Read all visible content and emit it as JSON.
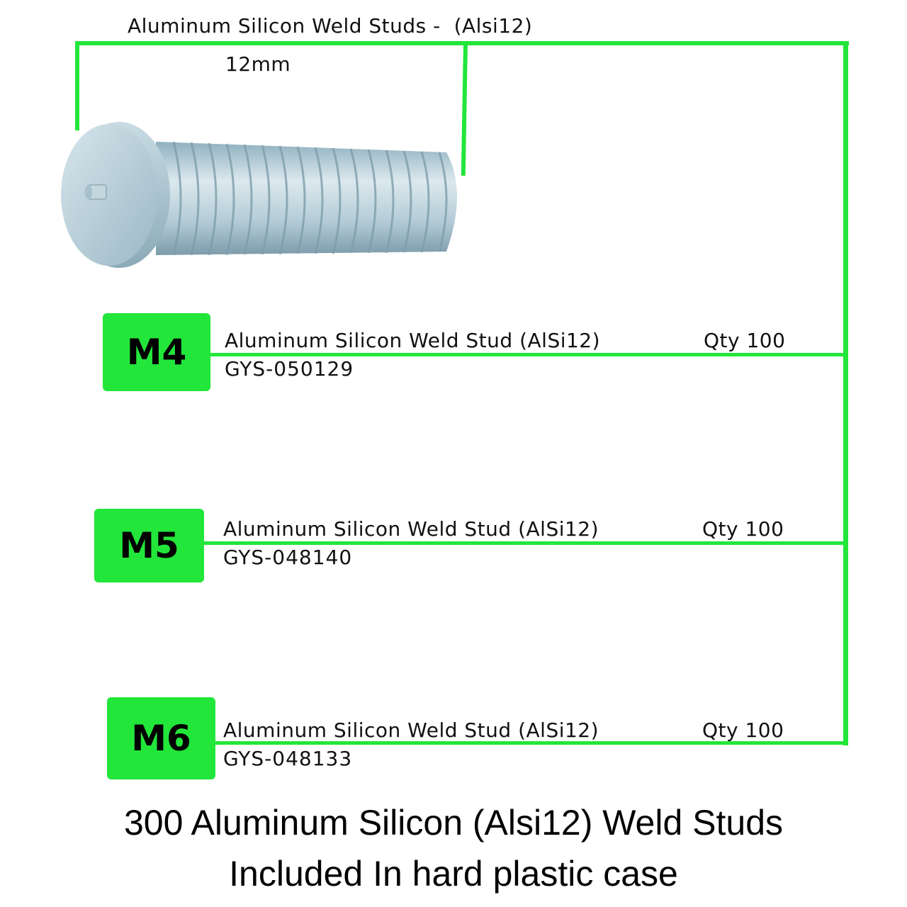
{
  "colors": {
    "accent": "#22e63a",
    "stud_metal": "#b9d2dc"
  },
  "header": {
    "title": "Aluminum Silicon Weld Studs -  (Alsi12)",
    "length_label": "12mm"
  },
  "illustration": {
    "icon": "weld-stud-icon"
  },
  "items": [
    {
      "size": "M4",
      "description": "Aluminum Silicon Weld Stud (AlSi12)",
      "code": "GYS-050129",
      "qty": "Qty 100"
    },
    {
      "size": "M5",
      "description": "Aluminum Silicon Weld Stud (AlSi12)",
      "code": "GYS-048140",
      "qty": "Qty 100"
    },
    {
      "size": "M6",
      "description": "Aluminum Silicon Weld Stud (AlSi12)",
      "code": "GYS-048133",
      "qty": "Qty 100"
    }
  ],
  "footer": {
    "line1": "300 Aluminum Silicon (Alsi12) Weld Studs",
    "line2": "Included In hard plastic case"
  }
}
